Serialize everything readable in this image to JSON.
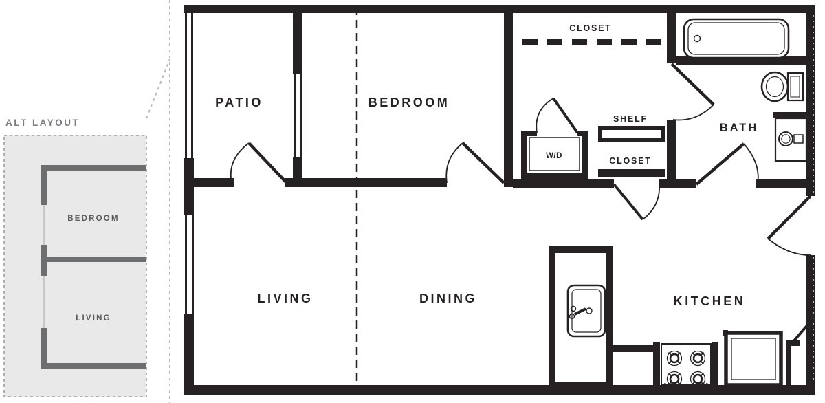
{
  "colors": {
    "background": "#ffffff",
    "wall": "#262223",
    "label": "#262223",
    "railing": "#8a8a8d",
    "inset_fill": "#e9e9ea",
    "inset_border": "#a7a8aa",
    "inset_wall": "#6d6e70",
    "inset_gap_line": "#c6c7c8",
    "inset_label": "#58595b",
    "inset_title": "#7b7c7f",
    "connector_dash": "#b9babb",
    "fixture_fill": "#ffffff"
  },
  "inset": {
    "title": "ALT LAYOUT",
    "bedroom_label": "BEDROOM",
    "living_label": "LIVING"
  },
  "plan": {
    "labels": {
      "patio": "PATIO",
      "bedroom": "BEDROOM",
      "closet_top": "CLOSET",
      "shelf": "SHELF",
      "closet_small": "CLOSET",
      "washer_dryer": "W/D",
      "bath": "BATH",
      "living": "LIVING",
      "dining": "DINING",
      "kitchen": "KITCHEN"
    },
    "fixtures": [
      "bathtub",
      "toilet",
      "vanity-sink",
      "washer-dryer-closet",
      "hanging-rod-closet",
      "shelf-unit",
      "kitchen-island-sink",
      "stove",
      "refrigerator",
      "pantry-cabinet"
    ],
    "doors": [
      "patio-door",
      "bedroom-door",
      "washer-dryer-door",
      "hall-door",
      "bath-door-hall",
      "bath-door-kitchen",
      "entry-door",
      "pantry-door"
    ],
    "notes": {
      "alt_wall_line": "dashed",
      "windows": [
        "living-window-left",
        "patio-bedroom-window",
        "patio-railing"
      ]
    }
  }
}
